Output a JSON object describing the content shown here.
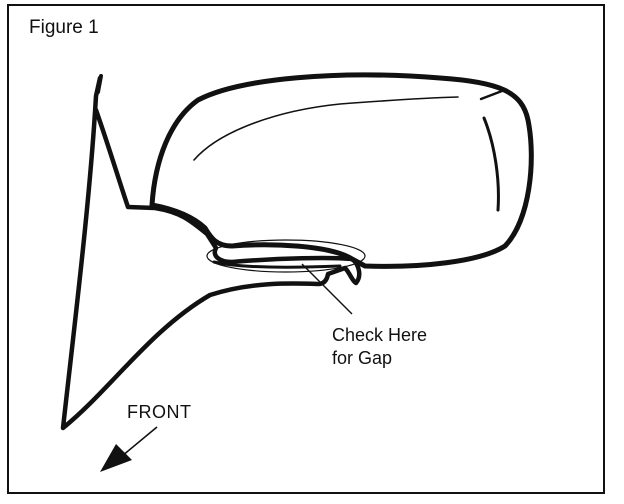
{
  "figure": {
    "label": "Figure 1"
  },
  "callout": {
    "line1": "Check Here",
    "line2": "for Gap"
  },
  "direction": {
    "label": "FRONT"
  },
  "colors": {
    "ink": "#111111",
    "paper": "#ffffff"
  }
}
